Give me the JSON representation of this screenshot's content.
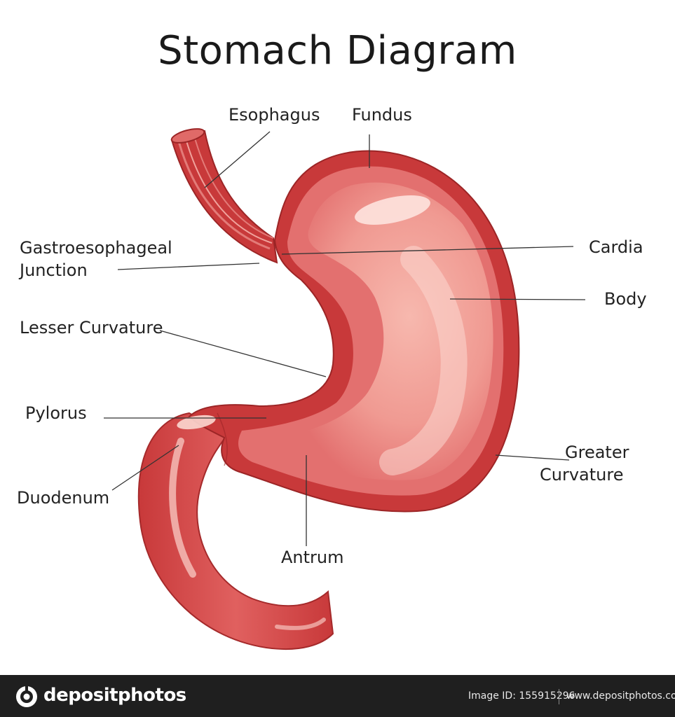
{
  "title": "Stomach Diagram",
  "labels": {
    "esophagus": "Esophagus",
    "fundus": "Fundus",
    "gastro_line1": "Gastroesophageal",
    "gastro_line2": "Junction",
    "cardia": "Cardia",
    "body": "Body",
    "lesser_curvature": "Lesser Curvature",
    "pylorus": "Pylorus",
    "duodenum": "Duodenum",
    "greater_line1": "Greater",
    "greater_line2": "Curvature",
    "antrum": "Antrum"
  },
  "footer": {
    "brand": "depositphotos",
    "image_id": "Image ID: 155915296",
    "site": "www.depositphotos.com"
  },
  "colors": {
    "stomach_outer": "#c8393a",
    "stomach_mid": "#e3706f",
    "stomach_inner": "#f2a69f",
    "stomach_highlight": "#f9cdc6",
    "line": "#333333",
    "footer_bg": "#1f1f1f"
  },
  "icons": {
    "brand_logo": "depositphotos-logo-icon"
  }
}
